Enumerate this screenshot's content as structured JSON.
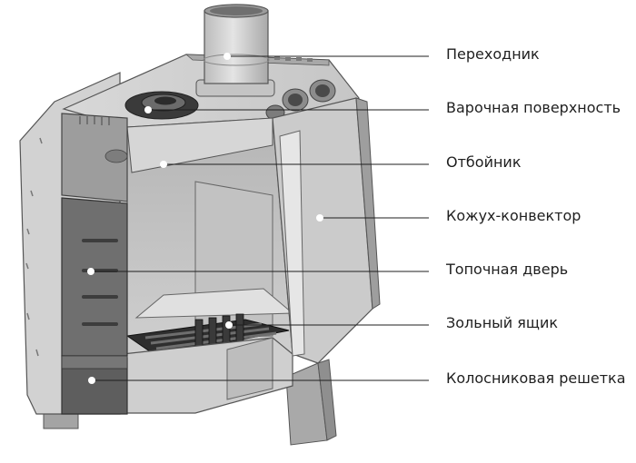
{
  "labels": [
    "Переходник",
    "Варочная поверхность",
    "Отбойник",
    "Кожух-конвектор",
    "Топочная дверь",
    "Зольный ящик",
    "Колосниковая решетка"
  ]
}
